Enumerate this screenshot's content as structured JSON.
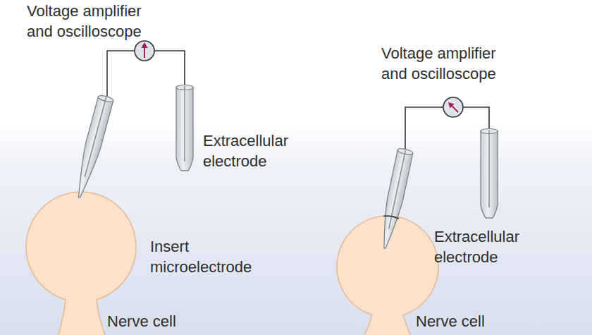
{
  "diagram": {
    "labels": [
      "Voltage amplifier and oscilloscope",
      "Extracellular electrode",
      "Insert microelectrode",
      "Nerve cell",
      "Voltage amplifier and oscilloscope",
      "Extracellular electrode",
      "Nerve cell"
    ]
  }
}
